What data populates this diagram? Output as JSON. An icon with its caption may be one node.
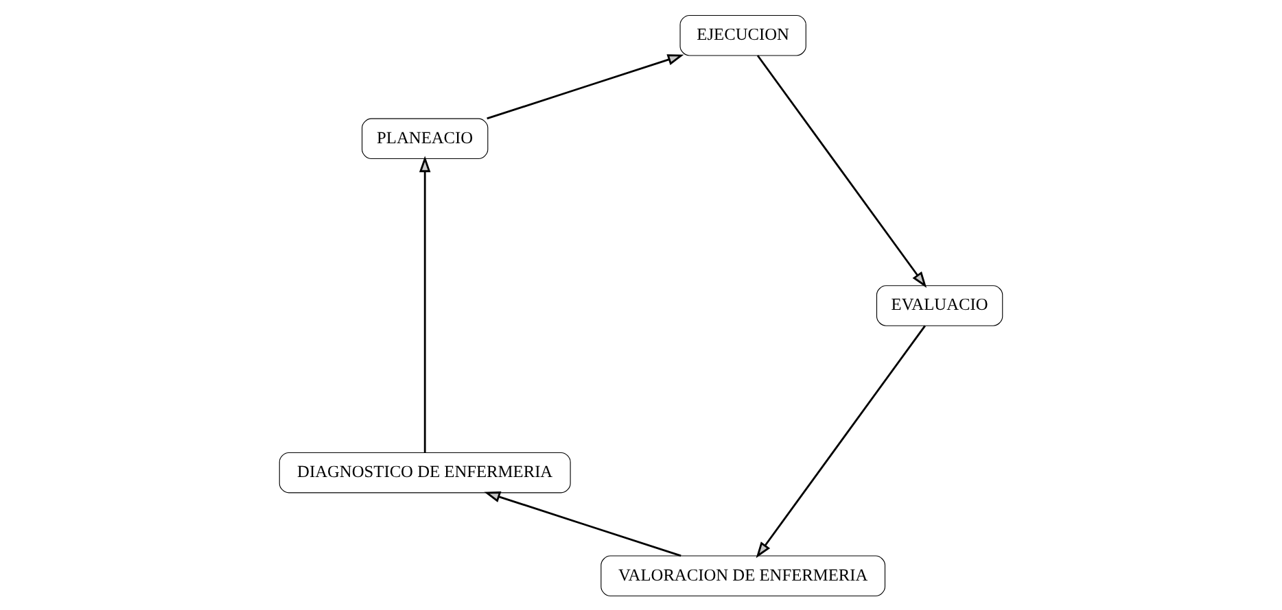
{
  "diagram": {
    "nodes": [
      {
        "text": [
          "VALORACION DE ENFERMERIA"
        ]
      },
      {
        "text": [
          "DIAGNOSTICO DE ENFERMERIA"
        ]
      },
      {
        "text": [
          "PLANEACIO"
        ]
      },
      {
        "text": [
          "EJECUCION"
        ]
      },
      {
        "text": [
          "EVALUACIO"
        ]
      }
    ],
    "edges": [
      {
        "from": 0,
        "to": 1,
        "arrow": "to"
      },
      {
        "from": 1,
        "to": 2,
        "arrow": "to"
      },
      {
        "from": 2,
        "to": 3,
        "arrow": "to"
      },
      {
        "from": 3,
        "to": 4,
        "arrow": "to"
      },
      {
        "from": 4,
        "to": 0,
        "arrow": "to"
      }
    ]
  }
}
